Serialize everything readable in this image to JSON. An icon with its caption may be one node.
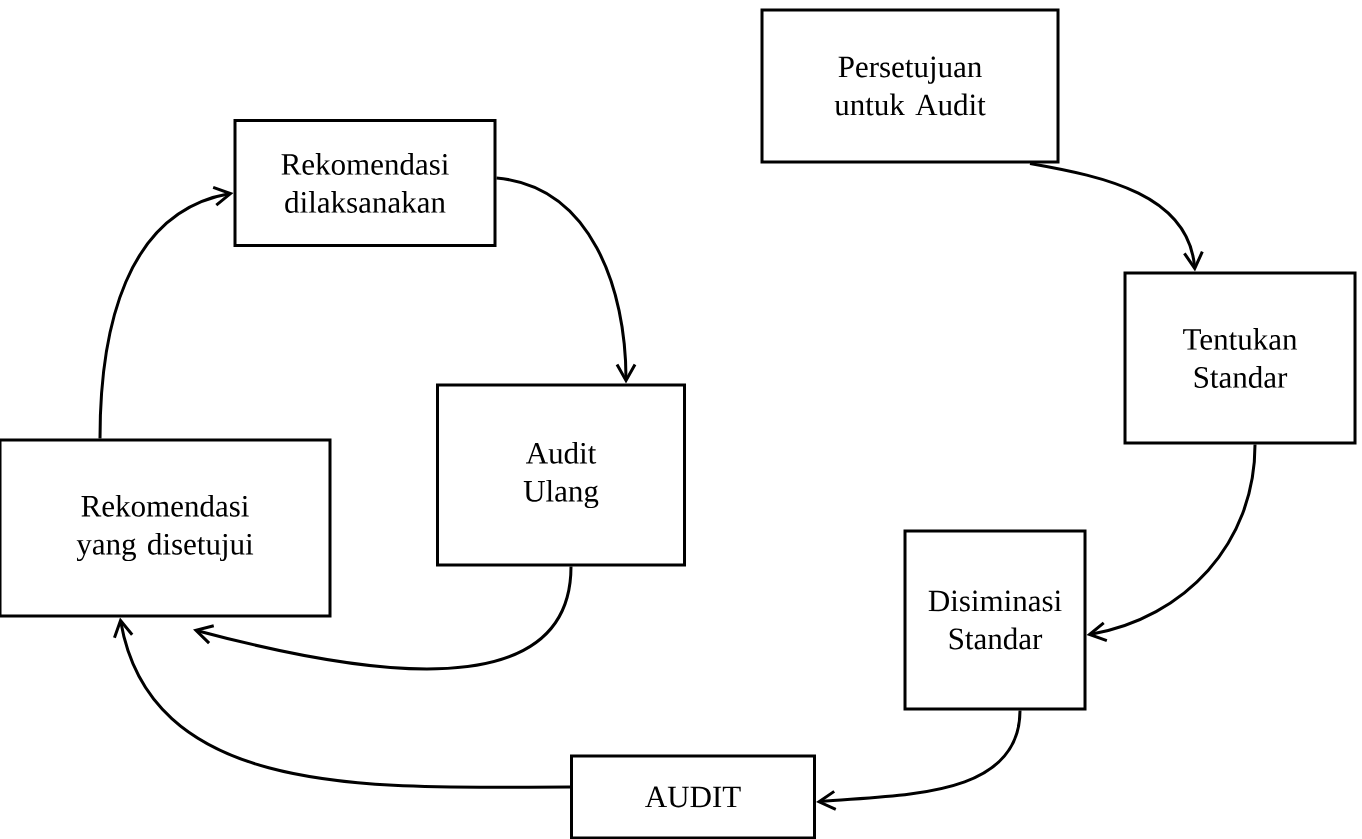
{
  "diagram": {
    "nodes": [
      {
        "text": [
          "Persetujuan untuk Audit"
        ]
      },
      {
        "text": [
          "Tentukan Standar"
        ]
      },
      {
        "text": [
          "Disiminasi Standar"
        ]
      },
      {
        "text": [
          "AUDIT"
        ]
      },
      {
        "text": [
          "Rekomendasi yang disetujui"
        ]
      },
      {
        "text": [
          "Audit Ulang"
        ]
      },
      {
        "text": [
          "Rekomendasi dilaksanakan"
        ]
      }
    ],
    "edges": [
      {
        "from": 0,
        "to": 1,
        "arrow": "to"
      },
      {
        "from": 1,
        "to": 2,
        "arrow": "to"
      },
      {
        "from": 2,
        "to": 3,
        "arrow": "to"
      },
      {
        "from": 3,
        "to": 4,
        "arrow": "to"
      },
      {
        "from": 4,
        "to": 6,
        "arrow": "to"
      },
      {
        "from": 6,
        "to": 5,
        "arrow": "to"
      },
      {
        "from": 5,
        "to": 4,
        "arrow": "to"
      }
    ]
  }
}
